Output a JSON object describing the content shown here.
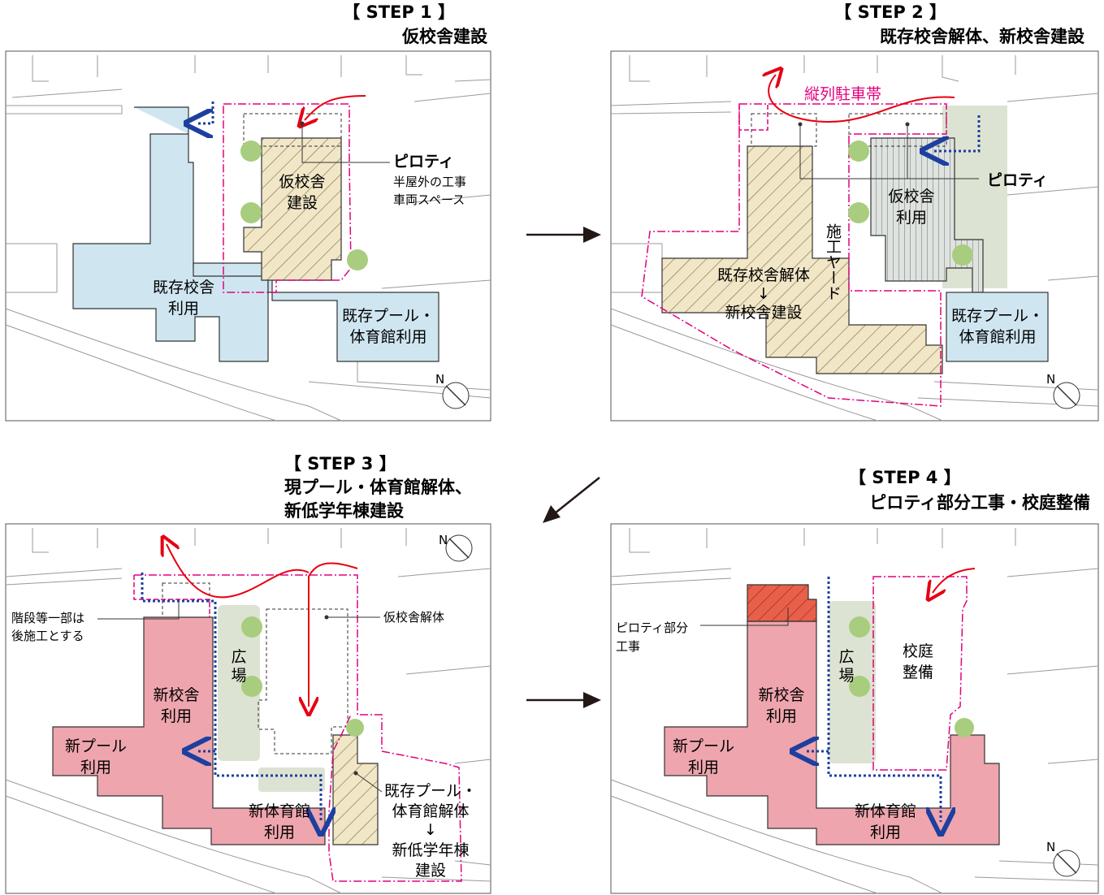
{
  "colors": {
    "existing_blue": "#cfe6f0",
    "new_pink": "#eea5ad",
    "hatch_beige": "#f1e6c6",
    "hatch_line": "#7a6a50",
    "pink_dash": "#e4007f",
    "red_route": "#e60012",
    "blue_route": "#1d3fa0",
    "green_area": "#dde3d2",
    "tree": "#a8cd7e",
    "piloti_red": "#e85f4a"
  },
  "step1": {
    "heading": "【 STEP 1 】",
    "title": "仮校舎建設",
    "temp_school": [
      "仮校舎",
      "建設"
    ],
    "existing_school": [
      "既存校舎",
      "利用"
    ],
    "pool_gym": [
      "既存プール・",
      "体育館利用"
    ],
    "piloti": "ピロティ",
    "piloti_note": [
      "半屋外の工事",
      "車両スペース"
    ],
    "north": "N"
  },
  "step2": {
    "heading": "【 STEP 2 】",
    "title": "既存校舎解体、新校舎建設",
    "parking": "縦列駐車帯",
    "piloti": "ピロティ",
    "temp_school": [
      "仮校舎",
      "利用"
    ],
    "yard": "施工ヤード",
    "demolish": [
      "既存校舎解体",
      "↓",
      "新校舎建設"
    ],
    "pool_gym": [
      "既存プール・",
      "体育館利用"
    ],
    "north": "N"
  },
  "step3": {
    "heading": "【 STEP 3 】",
    "title_lines": [
      "現プール・体育館解体、",
      "新低学年棟建設"
    ],
    "stairs_note": [
      "階段等一部は",
      "後施工とする"
    ],
    "temp_demolish": "仮校舎解体",
    "plaza": [
      "広",
      "場"
    ],
    "new_school": [
      "新校舎",
      "利用"
    ],
    "new_pool": [
      "新プール",
      "利用"
    ],
    "new_gym": [
      "新体育館",
      "利用"
    ],
    "pool_demolish": [
      "既存プール・",
      "体育館解体",
      "↓",
      "新低学年棟",
      "建設"
    ],
    "north": "N"
  },
  "step4": {
    "heading": "【 STEP 4 】",
    "title": "ピロティ部分工事・校庭整備",
    "piloti_note": [
      "ピロティ部分",
      "工事"
    ],
    "plaza": [
      "広",
      "場"
    ],
    "courtyard": [
      "校庭",
      "整備"
    ],
    "new_school": [
      "新校舎",
      "利用"
    ],
    "new_pool": [
      "新プール",
      "利用"
    ],
    "new_gym": [
      "新体育館",
      "利用"
    ],
    "north": "N"
  }
}
